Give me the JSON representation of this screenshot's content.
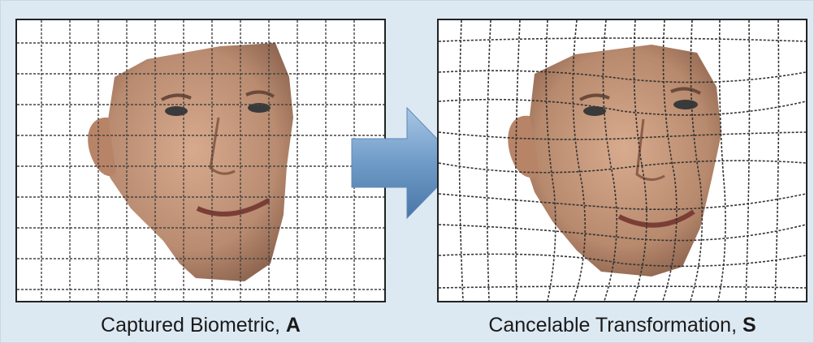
{
  "captions": {
    "left_text": "Captured Biometric, ",
    "left_symbol": "A",
    "right_text": "Cancelable Transformation, ",
    "right_symbol": "S"
  },
  "colors": {
    "background": "#dde9f2",
    "arrow": "#6f9bc8",
    "skin": "#c89a80",
    "grid": "#444444"
  },
  "icons": {
    "arrow": "right-arrow-icon"
  }
}
